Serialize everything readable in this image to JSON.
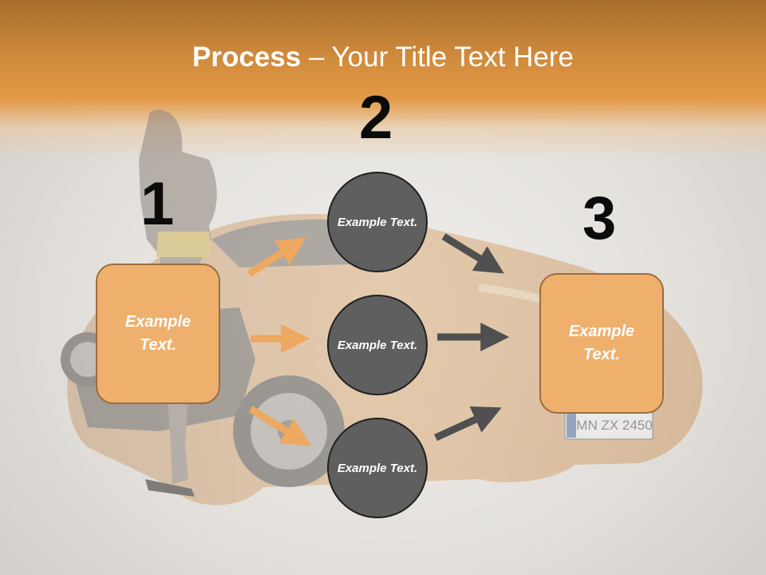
{
  "title": {
    "bold": "Process",
    "rest": " – Your Title Text Here"
  },
  "steps": {
    "one": "1",
    "two": "2",
    "three": "3"
  },
  "left_box": {
    "text": "Example Text."
  },
  "right_box": {
    "text": "Example Text."
  },
  "circles": [
    {
      "text": "Example Text."
    },
    {
      "text": "Example Text."
    },
    {
      "text": "Example Text."
    }
  ],
  "license_plate": "MN ZX 2450",
  "colors": {
    "accent_orange": "#efb06e",
    "box_border": "#9c6c3f",
    "circle_fill": "#5f5f5f",
    "arrow_orange": "#eca95f",
    "arrow_dark": "#505050"
  }
}
